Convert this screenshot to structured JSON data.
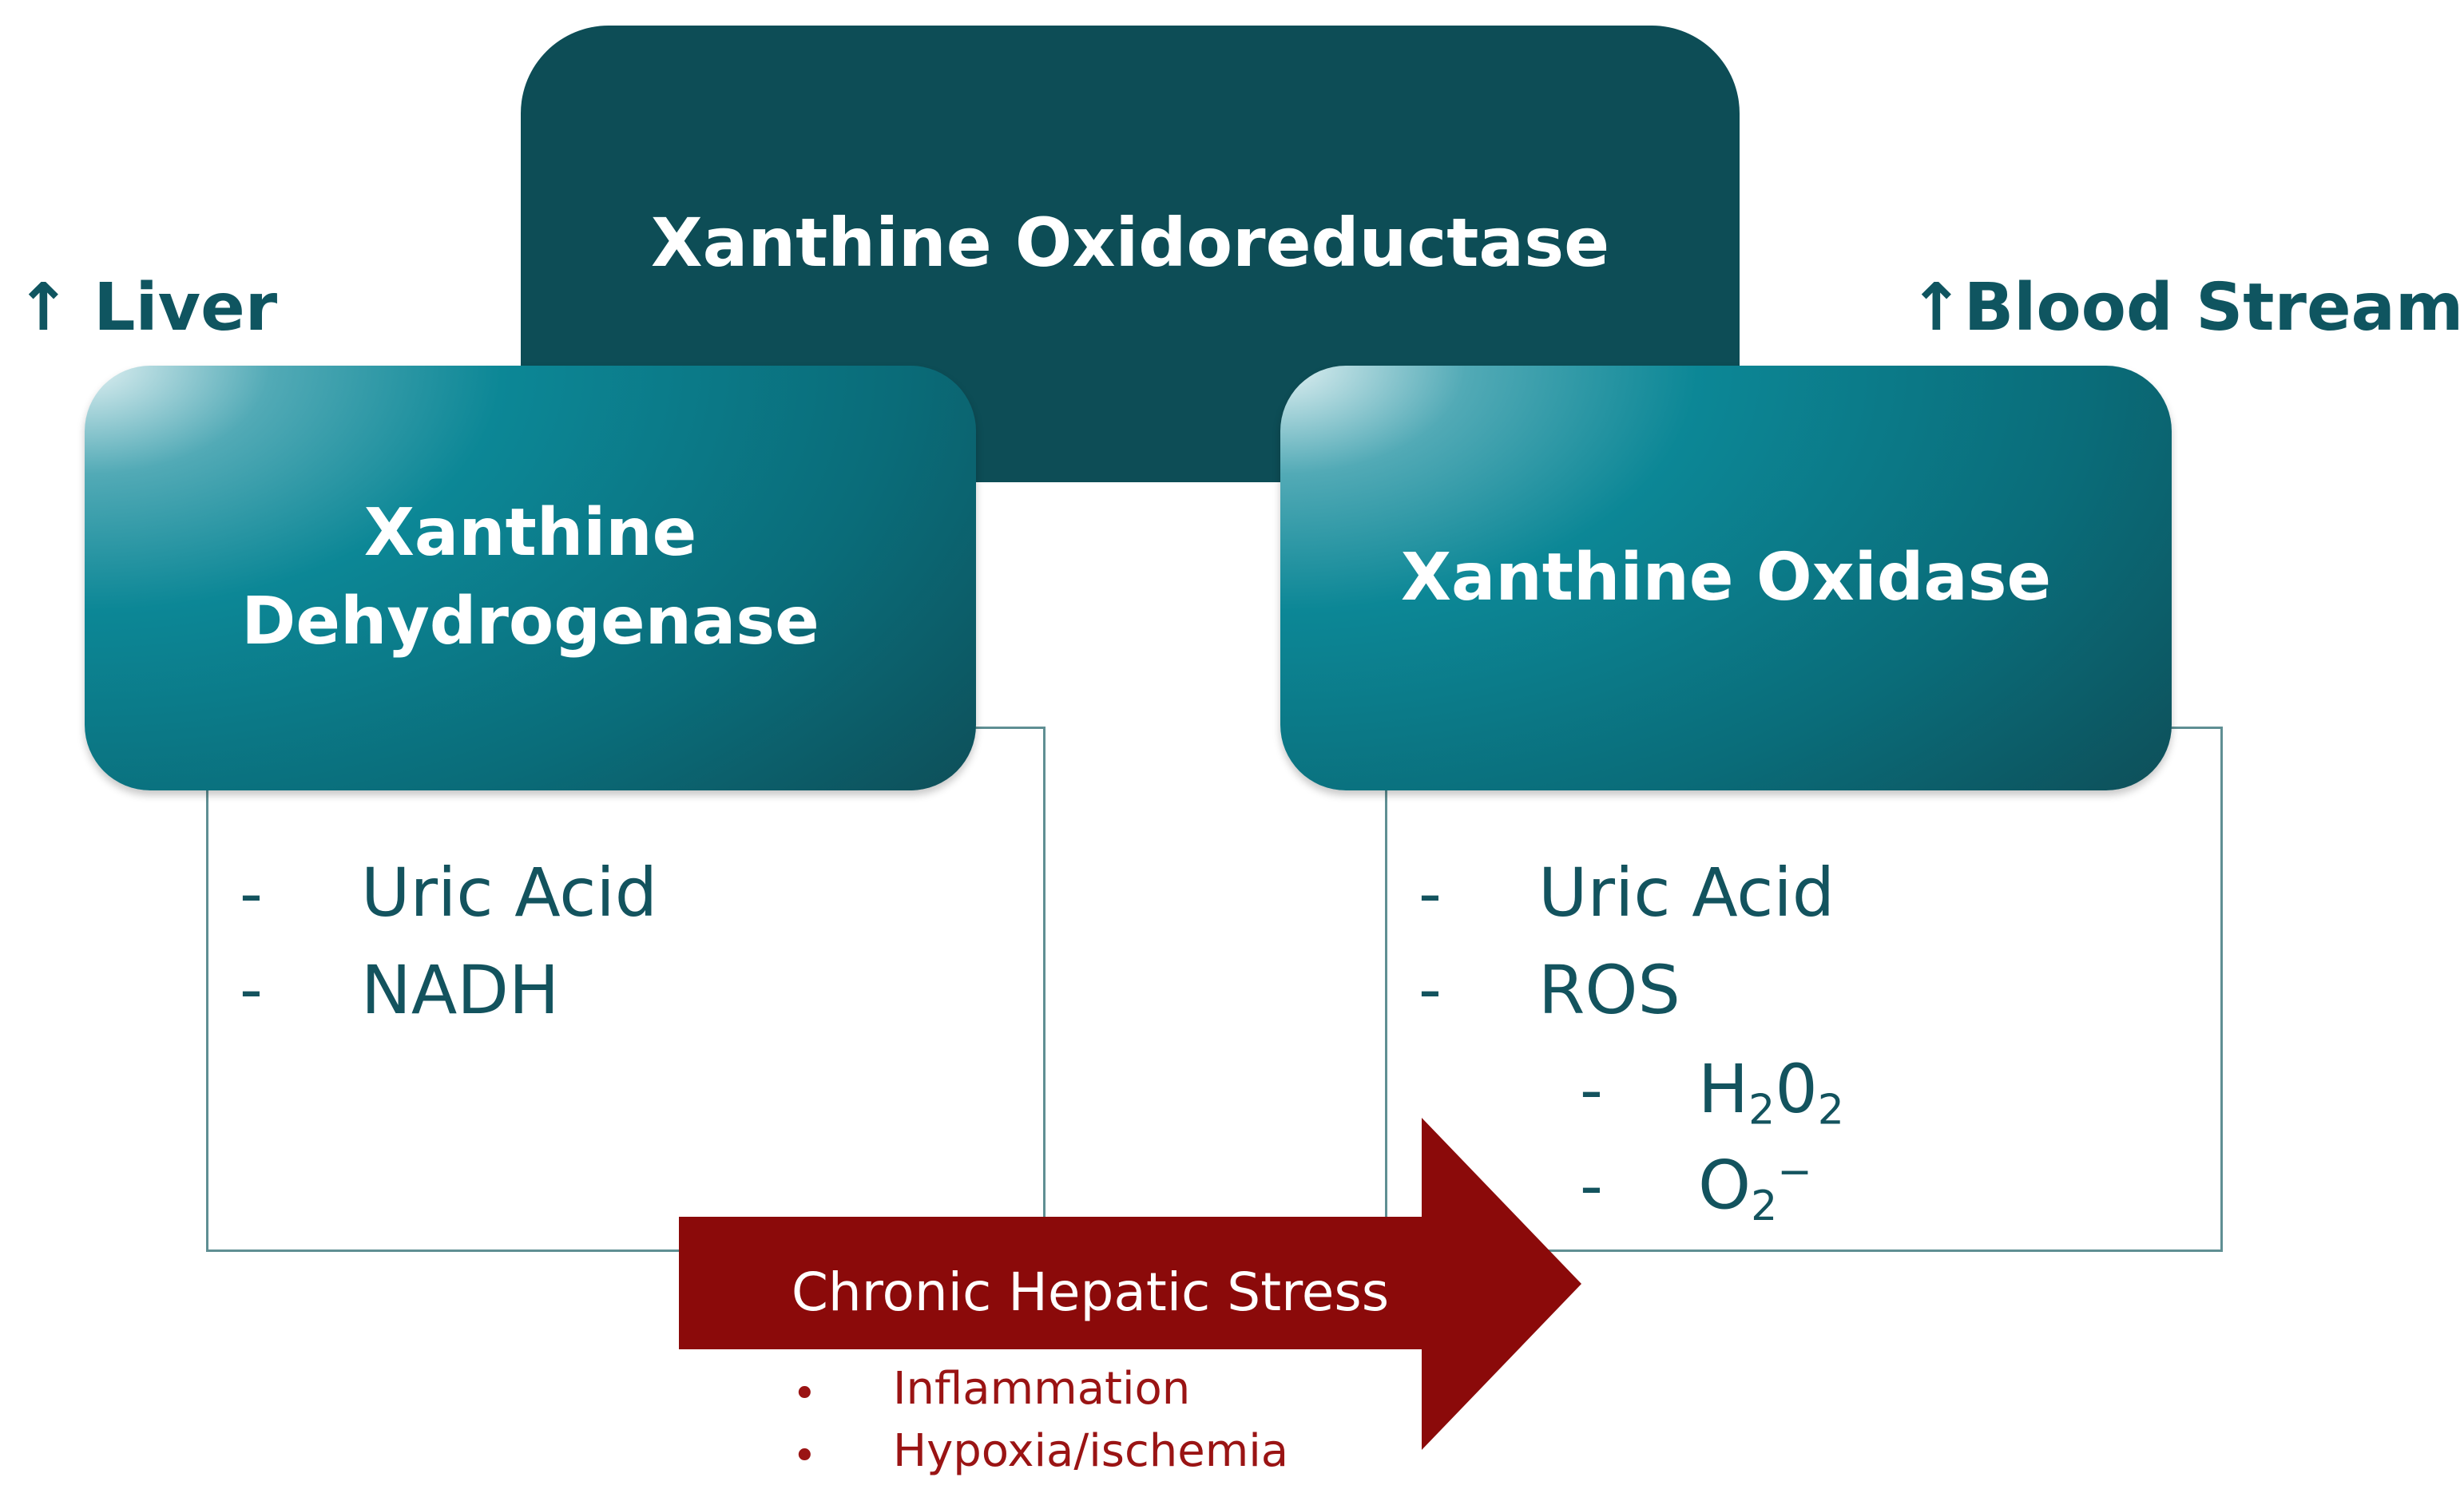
{
  "diagram": {
    "top_title": "Xanthine Oxidoreductase",
    "left_box_line1": "Xanthine",
    "left_box_line2": "Dehydrogenase",
    "right_box_title": "Xanthine Oxidase",
    "corner_left": {
      "arrow": "↑",
      "label": "Liver"
    },
    "corner_right": {
      "arrow": "↑",
      "label": "Blood Stream"
    },
    "left_list": [
      "Uric Acid",
      "NADH"
    ],
    "right_list": [
      "Uric Acid",
      "ROS"
    ],
    "ros_sub": [
      {
        "base": "H",
        "sub1": "2",
        "mid": "0",
        "sub2": "2"
      },
      {
        "base": "O",
        "sub": "2",
        "sup": "−"
      }
    ],
    "dash": "-",
    "arrow_label": "Chronic Hepatic Stress",
    "arrow_items": [
      "Inflammation",
      "Hypoxia/ischemia"
    ],
    "bullet": "•"
  },
  "colors": {
    "dark_teal": "#0d4d56",
    "teal_text": "#13535e",
    "arrow_red": "#8b0a0a",
    "bullet_red": "#9a1414"
  }
}
